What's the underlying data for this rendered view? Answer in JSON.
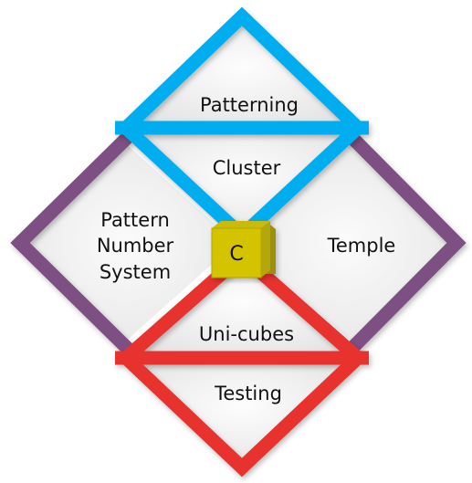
{
  "diagram": {
    "patterning": "Patterning",
    "cluster": "Cluster",
    "pattern_number_system": [
      "Pattern",
      "Number",
      "System"
    ],
    "temple": "Temple",
    "uni_cubes": "Uni-cubes",
    "testing": "Testing",
    "cube": "C"
  },
  "colors": {
    "purple": "#7e4f82",
    "blue": "#00aeef",
    "red": "#e8302f",
    "cube_front": "#d4c400",
    "cube_side": "#a89c10",
    "fill_light": "#f6f6f6",
    "fill_shade": "#e9e9e9",
    "text": "#111111"
  }
}
